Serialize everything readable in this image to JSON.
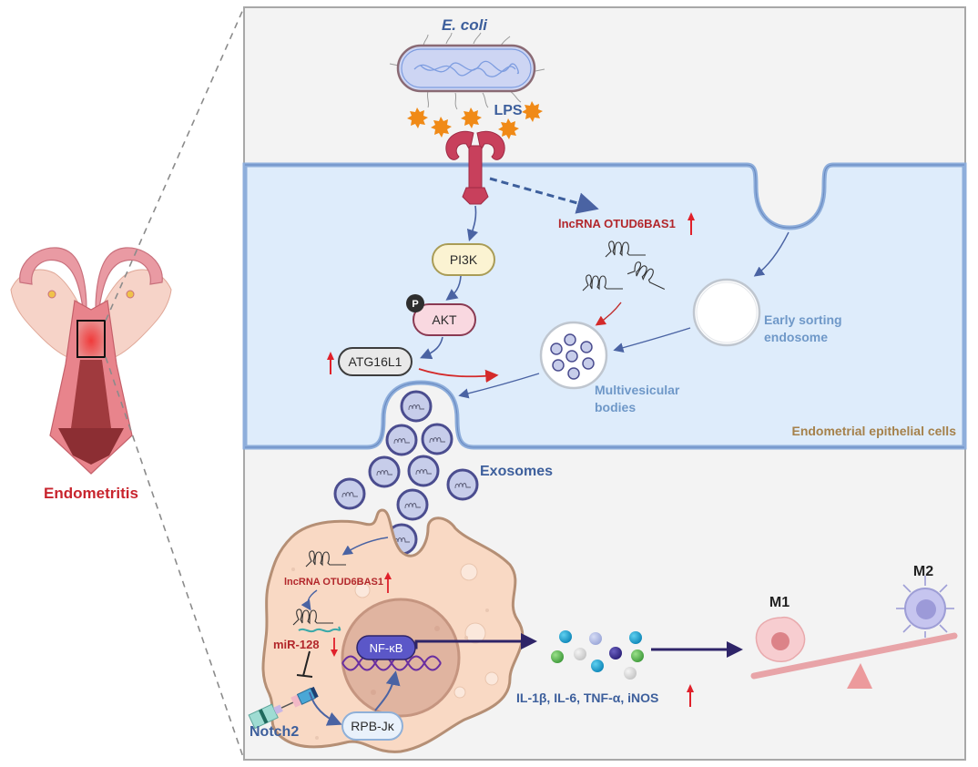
{
  "overview": {
    "title": "Endometritis",
    "title_color": "#c8252e"
  },
  "pathogen": {
    "name": "E. coli",
    "toxin": "LPS"
  },
  "epithelial": {
    "region_label": "Endometrial epithelial cells",
    "signaling": {
      "pi3k": "PI3K",
      "akt": "AKT",
      "phospho": "P",
      "atg16l1": "ATG16L1",
      "atg16l1_trend": "up"
    },
    "lncrna": {
      "label": "lncRNA OTUD6BAS1",
      "trend": "up"
    },
    "early_endosome": {
      "line1": "Early sorting",
      "line2": "endosome"
    },
    "mvb": {
      "line1": "Multivesicular",
      "line2": "bodies"
    }
  },
  "exosomes": {
    "label": "Exosomes"
  },
  "macrophage": {
    "lncrna_label": "lncRNA OTUD6BAS1",
    "lncrna_trend": "up",
    "mirna_label": "miR-128",
    "mirna_trend": "down",
    "receptor": "Notch2",
    "rbpj": "RPB-Jκ",
    "nfkb": "NF-κB"
  },
  "cytokines": {
    "label": "IL-1β, IL-6, TNF-α, iNOS",
    "trend": "up"
  },
  "polarization": {
    "m1": "M1",
    "m2": "M2"
  },
  "colors": {
    "upregulated_arrow": "#e0202a",
    "label_blue": "#3d5f9c",
    "label_light_blue": "#6f98c8",
    "label_red": "#b2272b",
    "region_label_brown": "#a5814b",
    "flow_arrow": "#2e2468"
  }
}
